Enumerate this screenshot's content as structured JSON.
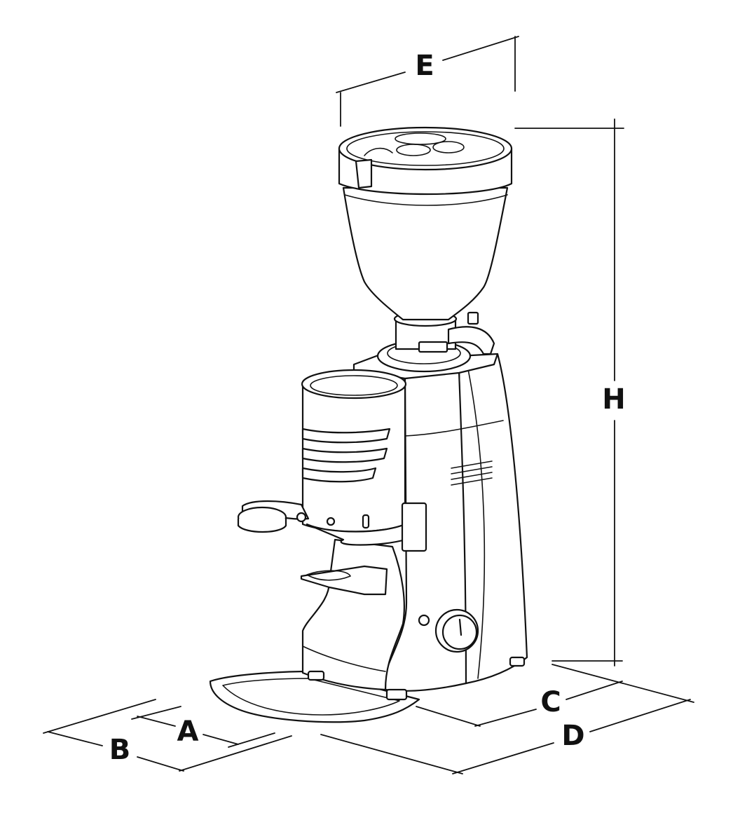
{
  "labels": {
    "A": "A",
    "B": "B",
    "C": "C",
    "D": "D",
    "E": "E",
    "H": "H"
  },
  "colors": {
    "line": "#111111",
    "background": "#ffffff"
  }
}
